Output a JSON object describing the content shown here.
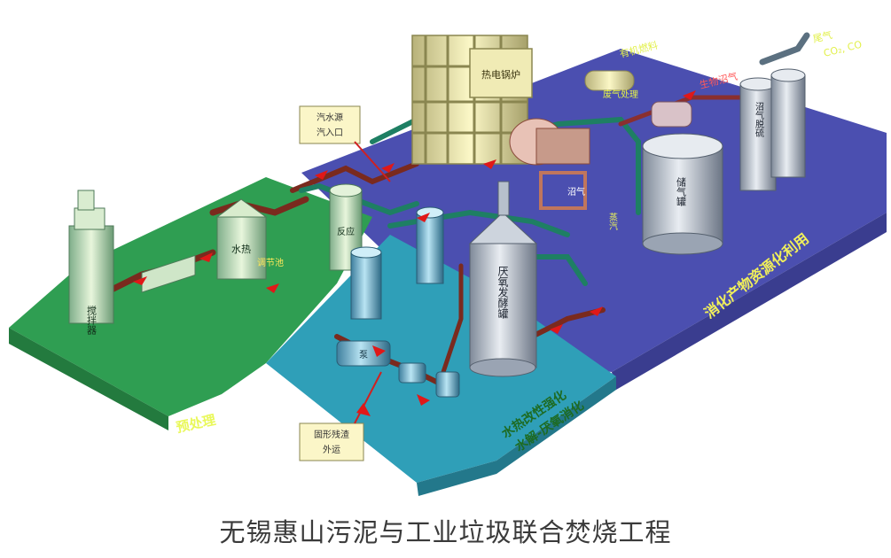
{
  "caption": "无锡惠山污泥与工业垃圾联合焚烧工程",
  "zones": {
    "pretreatment": "预处理",
    "hydrothermal": "水热改性强化",
    "hydrothermal_sub": "水解-厌氧消化",
    "resource": "消化产物资源化利用"
  },
  "equipment": {
    "mixer": "搅拌器",
    "hydro_reactor": "水热",
    "hydro_reactor2": "反应",
    "digester": "厌氧发酵罐",
    "gas_tank": "储气罐",
    "desulfur": "沼气脱硫",
    "boiler": "热电锅炉",
    "steam": "蒸汽",
    "pump": "泵",
    "sludge_tank": "调节池",
    "gas_label": "沼气"
  },
  "callouts": {
    "steam_in": [
      "汽水源",
      "汽入口"
    ],
    "outlet": [
      "固形残渣",
      "外运"
    ]
  },
  "outputs": {
    "organic_fuel": "有机燃料",
    "biogas": "生物沼气",
    "gas_out": "废气处理",
    "exhaust": "尾气",
    "exhaust2": "CO₂, CO"
  }
}
